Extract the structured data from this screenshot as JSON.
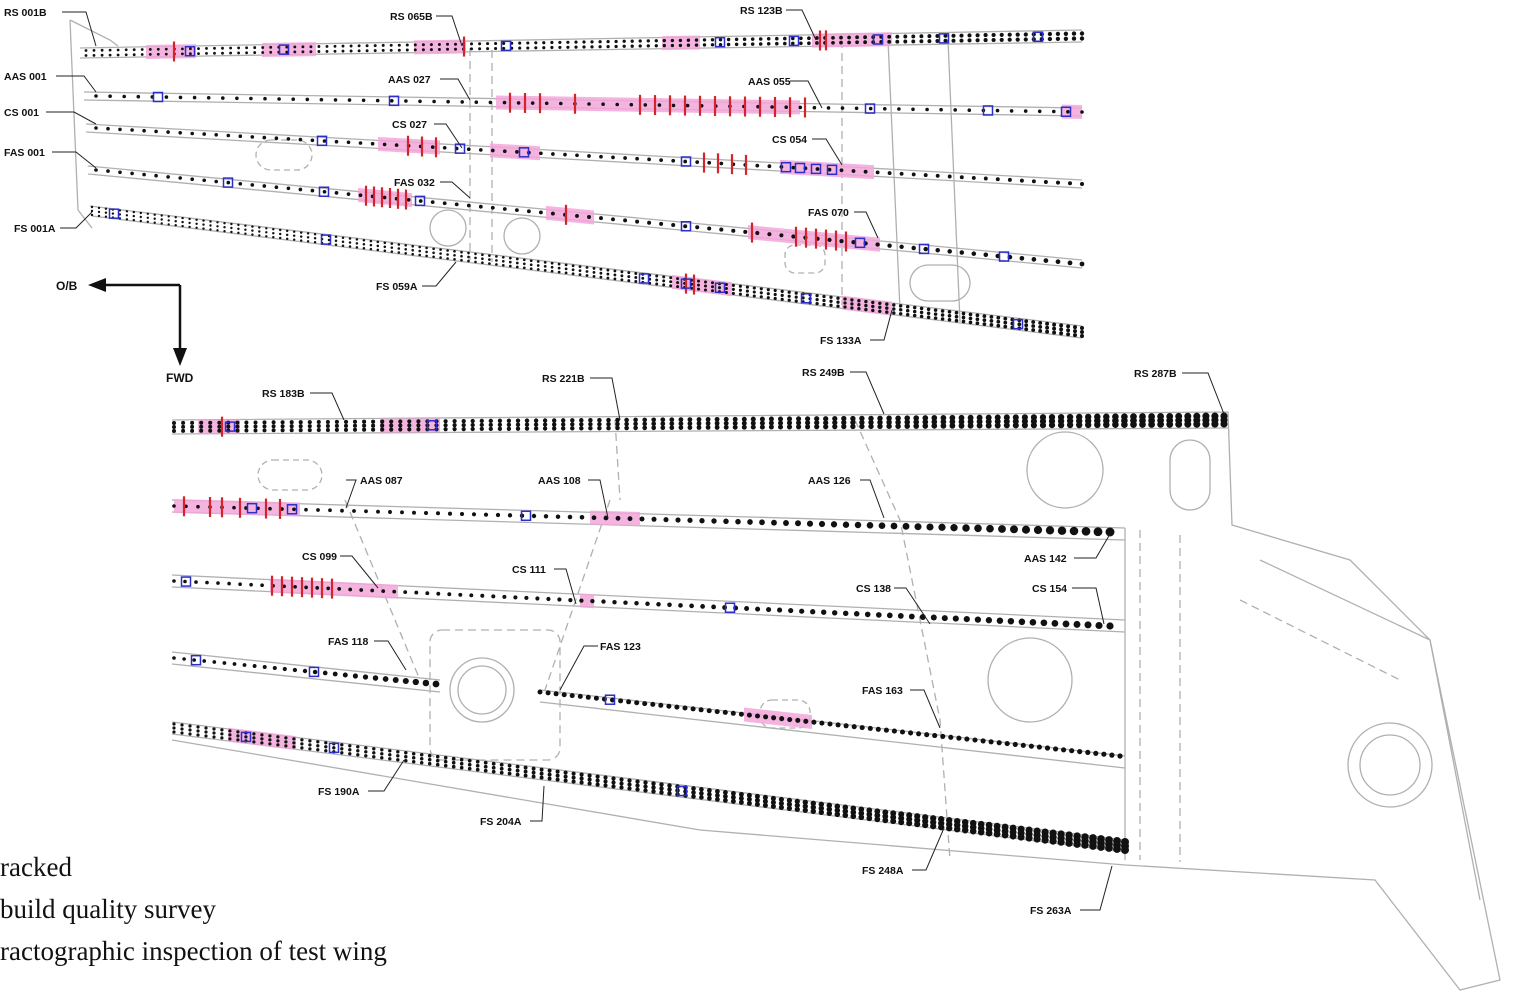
{
  "colors": {
    "outline": "#b0b0b0",
    "dots": "#111111",
    "cracked": "#d4232b",
    "survey_fill": "#f2a7d9",
    "fracto_box": "#2b2ec8"
  },
  "directions": {
    "outboard": "O/B",
    "forward": "FWD"
  },
  "upper_rows": [
    {
      "id": "RS 001B",
      "dots": "dense"
    },
    {
      "id": "AAS 001",
      "dots": "single"
    },
    {
      "id": "CS 001",
      "dots": "single"
    },
    {
      "id": "FAS 001",
      "dots": "single"
    },
    {
      "id": "FS 001A",
      "dots": "dense"
    }
  ],
  "labels": [
    {
      "text": "RS 001B"
    },
    {
      "text": "RS 065B"
    },
    {
      "text": "RS 123B"
    },
    {
      "text": "AAS 001"
    },
    {
      "text": "AAS 027"
    },
    {
      "text": "AAS 055"
    },
    {
      "text": "CS 001"
    },
    {
      "text": "CS 027"
    },
    {
      "text": "CS 054"
    },
    {
      "text": "FAS 001"
    },
    {
      "text": "FAS 032"
    },
    {
      "text": "FAS 070"
    },
    {
      "text": "FS 001A"
    },
    {
      "text": "FS 059A"
    },
    {
      "text": "FS 133A"
    },
    {
      "text": "RS 183B"
    },
    {
      "text": "RS 221B"
    },
    {
      "text": "RS 249B"
    },
    {
      "text": "RS 287B"
    },
    {
      "text": "AAS 087"
    },
    {
      "text": "AAS 108"
    },
    {
      "text": "AAS 126"
    },
    {
      "text": "AAS 142"
    },
    {
      "text": "CS 099"
    },
    {
      "text": "CS 111"
    },
    {
      "text": "CS 138"
    },
    {
      "text": "CS 154"
    },
    {
      "text": "FAS 118"
    },
    {
      "text": "FAS 123"
    },
    {
      "text": "FAS 163"
    },
    {
      "text": "FS 190A"
    },
    {
      "text": "FS 204A"
    },
    {
      "text": "FS 248A"
    },
    {
      "text": "FS 263A"
    }
  ],
  "legend": [
    {
      "text": "racked"
    },
    {
      "text": "build quality survey"
    },
    {
      "text": "ractographic inspection of test wing"
    }
  ]
}
